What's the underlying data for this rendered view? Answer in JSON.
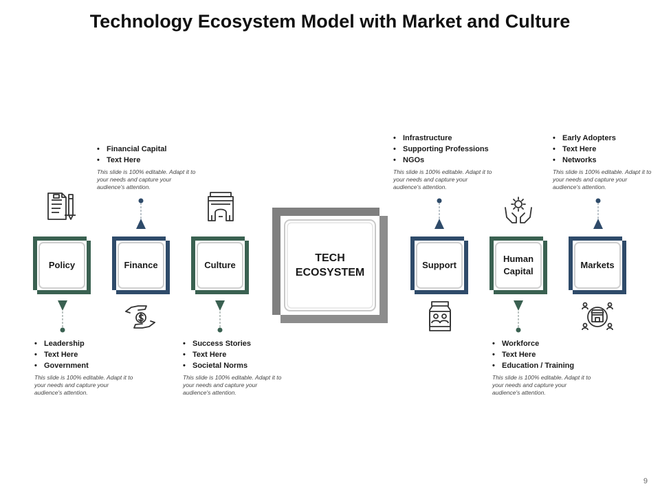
{
  "slide": {
    "title": "Technology Ecosystem Model with Market and Culture",
    "page_number": "9"
  },
  "colors": {
    "green": "#3a6151",
    "navy": "#2f4b6a",
    "gray": "#7f7f7f"
  },
  "center": {
    "line1": "TECH",
    "line2": "ECOSYSTEM"
  },
  "nodes": [
    {
      "label": "Policy",
      "label2": "",
      "color": "green",
      "arrow": "down",
      "icon": "document-pen-icon",
      "bullets": [
        "Leadership",
        "Text Here",
        "Government"
      ],
      "desc": "This slide is 100% editable. Adapt it to your needs and capture your audience's attention."
    },
    {
      "label": "Finance",
      "label2": "",
      "color": "navy",
      "arrow": "up",
      "icon": "money-hands-icon",
      "bullets": [
        "Financial Capital",
        "Text Here"
      ],
      "desc": "This slide is 100% editable. Adapt it to your needs and capture your audience's attention."
    },
    {
      "label": "Culture",
      "label2": "",
      "color": "green",
      "arrow": "down",
      "icon": "monument-icon",
      "bullets": [
        "Success Stories",
        "Text Here",
        "Societal Norms"
      ],
      "desc": "This slide is 100% editable. Adapt it to your needs and capture your audience's attention."
    },
    {
      "label": "Support",
      "label2": "",
      "color": "navy",
      "arrow": "up",
      "icon": "jar-people-icon",
      "bullets": [
        "Infrastructure",
        "Supporting Professions",
        "NGOs"
      ],
      "desc": "This slide is 100% editable. Adapt it to your needs and capture your audience's attention."
    },
    {
      "label": "Human",
      "label2": "Capital",
      "color": "green",
      "arrow": "down",
      "icon": "gear-hands-icon",
      "bullets": [
        "Workforce",
        "Text Here",
        "Education / Training"
      ],
      "desc": "This slide is 100% editable. Adapt it to your needs and capture your audience's attention."
    },
    {
      "label": "Markets",
      "label2": "",
      "color": "navy",
      "arrow": "up",
      "icon": "market-people-icon",
      "bullets": [
        "Early Adopters",
        "Text Here",
        "Networks"
      ],
      "desc": "This slide is 100% editable. Adapt it to your needs and capture your audience's attention."
    }
  ]
}
